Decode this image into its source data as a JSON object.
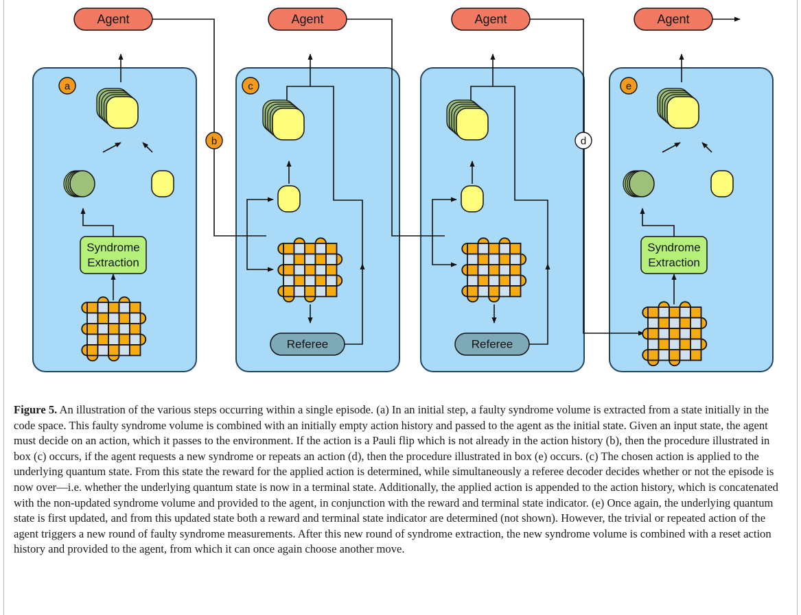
{
  "figure": {
    "agent_label": "Agent",
    "syndrome_label_line1": "Syndrome",
    "syndrome_label_line2": "Extraction",
    "referee_label": "Referee",
    "badges": {
      "a": "a",
      "b": "b",
      "c": "c",
      "d": "d",
      "e": "e"
    },
    "colors": {
      "panel": "#a9dbf9",
      "panel_border": "#23445e",
      "agent": "#f27a62",
      "syndrome": "#b5f07a",
      "referee": "#7ea9b6",
      "qubit_yellow": "#fdfd7b",
      "qubit_green": "#9dc07a",
      "badge_orange": "#f39b1d",
      "lattice_orange": "#f5ac12",
      "lattice_light": "#cfe0ef"
    }
  },
  "caption": {
    "label": "Figure 5.",
    "text": " An illustration of the various steps occurring within a single episode. (a) In an initial step, a faulty syndrome volume is extracted from a state initially in the code space. This faulty syndrome volume is combined with an initially empty action history and passed to the agent as the initial state. Given an input state, the agent must decide on an action, which it passes to the environment. If the action is a Pauli flip which is not already in the action history (b), then the procedure illustrated in box (c) occurs, if the agent requests a new syndrome or repeats an action (d), then the procedure illustrated in box (e) occurs. (c) The chosen action is applied to the underlying quantum state. From this state the reward for the applied action is determined, while simultaneously a referee decoder decides whether or not the episode is now over—i.e. whether the underlying quantum state is now in a terminal state. Additionally, the applied action is appended to the action history, which is concatenated with the non-updated syndrome volume and provided to the agent, in conjunction with the reward and terminal state indicator. (e) Once again, the underlying quantum state is first updated, and from this updated state both a reward and terminal state indicator are determined (not shown). However, the trivial or repeated action of the agent triggers a new round of faulty syndrome measurements. After this new round of syndrome extraction, the new syndrome volume is combined with a reset action history and provided to the agent, from which it can once again choose another move."
  }
}
